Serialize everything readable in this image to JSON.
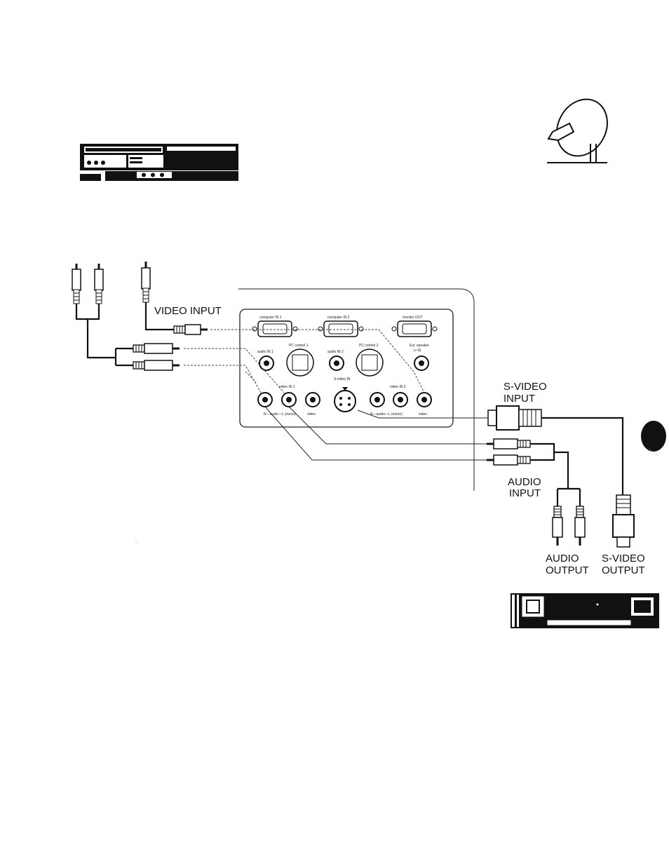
{
  "labels": {
    "video_input": "VIDEO INPUT",
    "svideo_input_1": "S-VIDEO",
    "svideo_input_2": "INPUT",
    "audio_input_1": "AUDIO",
    "audio_input_2": "INPUT",
    "audio_output_1": "AUDIO",
    "audio_output_2": "OUTPUT",
    "svideo_output_1": "S-VIDEO",
    "svideo_output_2": "OUTPUT"
  },
  "panel": {
    "computer_in_1": "computer IN 1",
    "computer_in_2": "computer IN 2",
    "monitor_out": "monitor OUT",
    "pc_control_1": "PC control 1",
    "pc_control_2": "PC control 2",
    "audio_in_1": "audio IN 1",
    "audio_in_2": "audio IN 2",
    "ext_speaker": "Ext. speaker",
    "ext_speaker_sub": "(+ 8)",
    "video_in_1": "video IN 1",
    "video_in_2": "video IN 2",
    "svideo_in": "S-video IN",
    "rl_mono_1": "R—audio—L (mono)",
    "rl_mono_2": "R—audio—L (mono)",
    "video_1": "video",
    "video_2": "video"
  }
}
